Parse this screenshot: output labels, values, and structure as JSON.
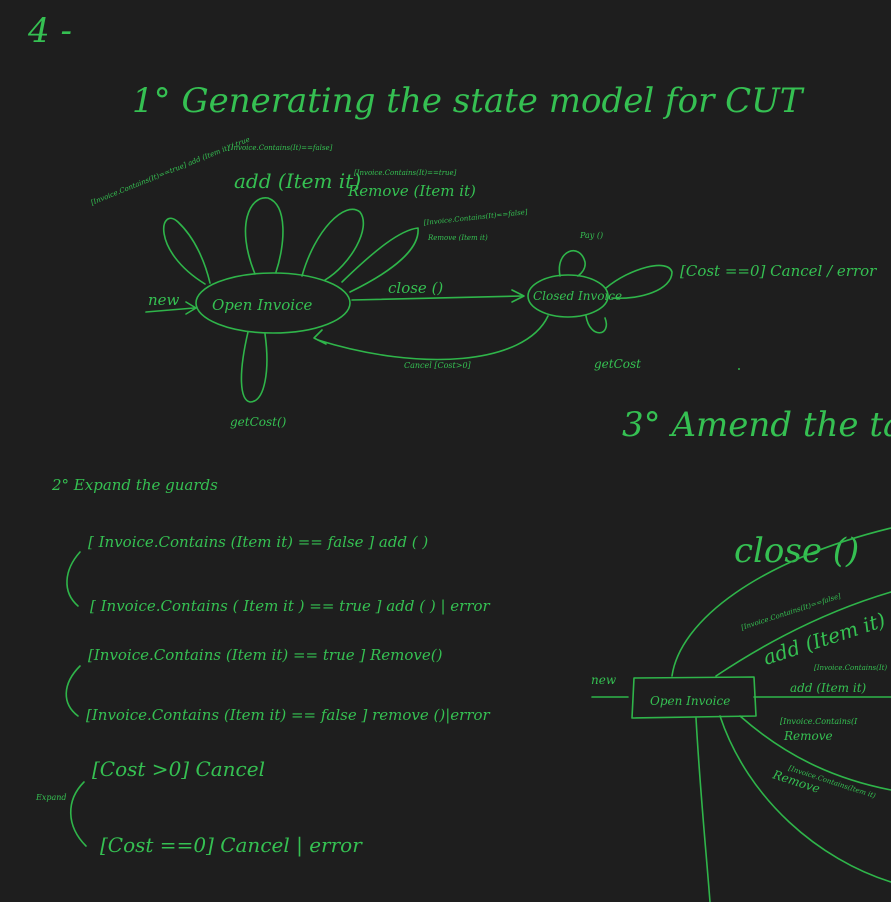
{
  "page_number": "4 -",
  "title": "1° Generating the state model for CUT",
  "section2_heading": "2° Expand the guards",
  "section3_heading": "3° Amend the ta",
  "colors": {
    "background": "#1e1e1e",
    "ink": "#2fb54a"
  },
  "diagram1": {
    "states": {
      "open": "Open Invoice",
      "closed": "Closed Invoice"
    },
    "initial_label": "new",
    "transitions": {
      "add_true": "[Invoice.Contains(It)==true] add (Item it) / true",
      "guard_false": "[Invoice.Contains(It)==false]",
      "add_item": "add (Item it)",
      "guard_true_small": "[Invoice.Contains(It)==true]",
      "remove_item": "Remove (Item it)",
      "guard_false_remove": "[Invoice.Contains(It)==false]",
      "remove_item_error": "Remove (Item it)",
      "close": "close ()",
      "pay": "Pay ()",
      "cost_error": "[Cost ==0] Cancel / error",
      "cancel": "Cancel [Cost>0]",
      "get_cost_closed": "getCost",
      "get_cost_open": "getCost()"
    }
  },
  "guards": [
    "[ Invoice.Contains (Item it) == false ] add ( )",
    "[ Invoice.Contains ( Item it ) == true ] add ( ) | error",
    "[Invoice.Contains (Item it) == true ] Remove()",
    "[Invoice.Contains (Item it) == false ] remove ()|error",
    "[Cost >0] Cancel",
    "[Cost ==0] Cancel | error"
  ],
  "expand_label": "Expand",
  "diagram3": {
    "close": "close ()",
    "initial_label": "new",
    "state": "Open Invoice",
    "guard1": "[Invoice.Contains(It)==false]",
    "add1": "add (Item it)",
    "guard2": "[Invoice.Contains(It)",
    "add2": "add (Item it)",
    "guard3": "[Invoice.Contains(I",
    "remove1": "Remove",
    "guard4": "[Invoice.Contains(Item it)",
    "remove2": "Remove"
  }
}
